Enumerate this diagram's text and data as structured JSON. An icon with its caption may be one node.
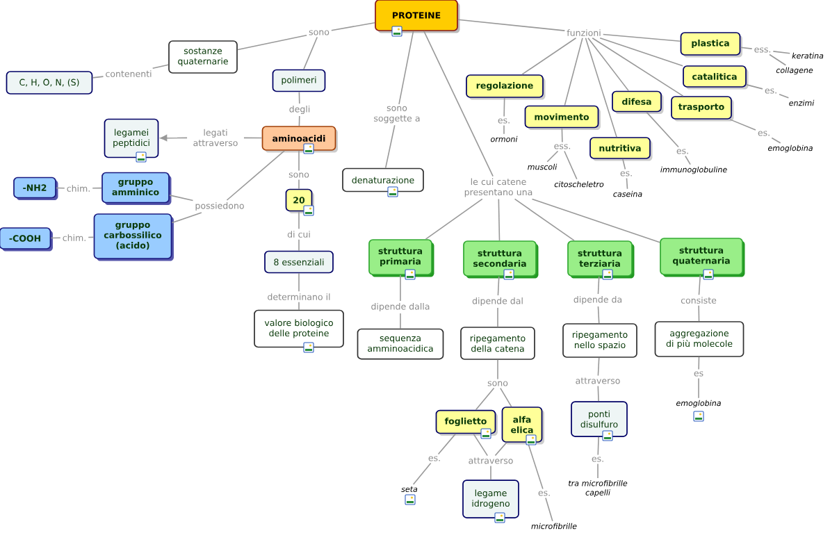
{
  "diagram": {
    "nodes": [
      {
        "text": [
          "PROTEINE"
        ]
      },
      {
        "text": [
          "sono"
        ]
      },
      {
        "text": [
          "sostanze quaternarie"
        ]
      },
      {
        "text": [
          "contenenti"
        ]
      },
      {
        "text": [
          "C, H, O, N, (S)"
        ]
      },
      {
        "text": [
          "polimeri"
        ]
      },
      {
        "text": [
          "degli"
        ]
      },
      {
        "text": [
          "aminoacidi"
        ]
      },
      {
        "text": [
          "legati attraverso"
        ]
      },
      {
        "text": [
          "legamei peptidici"
        ]
      },
      {
        "text": [
          "sono"
        ]
      },
      {
        "text": [
          "20"
        ]
      },
      {
        "text": [
          "di cui"
        ]
      },
      {
        "text": [
          "8 essenziali"
        ]
      },
      {
        "text": [
          "determinano il"
        ]
      },
      {
        "text": [
          "valore biologico delle proteine"
        ]
      },
      {
        "text": [
          "possiedono"
        ]
      },
      {
        "text": [
          "gruppo amminico"
        ]
      },
      {
        "text": [
          "chim."
        ]
      },
      {
        "text": [
          "-NH2"
        ]
      },
      {
        "text": [
          "gruppo carbossilico (acido)"
        ]
      },
      {
        "text": [
          "chim."
        ]
      },
      {
        "text": [
          "-COOH"
        ]
      },
      {
        "text": [
          "sono soggette a"
        ]
      },
      {
        "text": [
          "denaturazione"
        ]
      },
      {
        "text": [
          "funzioni"
        ]
      },
      {
        "text": [
          "regolazione"
        ]
      },
      {
        "text": [
          "es."
        ]
      },
      {
        "text": [
          "ormoni"
        ]
      },
      {
        "text": [
          "movimento"
        ]
      },
      {
        "text": [
          "ess."
        ]
      },
      {
        "text": [
          "muscoli"
        ]
      },
      {
        "text": [
          "citoscheletro"
        ]
      },
      {
        "text": [
          "nutritiva"
        ]
      },
      {
        "text": [
          "es."
        ]
      },
      {
        "text": [
          "caseina"
        ]
      },
      {
        "text": [
          "difesa"
        ]
      },
      {
        "text": [
          "es."
        ]
      },
      {
        "text": [
          "immunoglobuline"
        ]
      },
      {
        "text": [
          "trasporto"
        ]
      },
      {
        "text": [
          "es."
        ]
      },
      {
        "text": [
          "emoglobina"
        ]
      },
      {
        "text": [
          "plastica"
        ]
      },
      {
        "text": [
          "ess."
        ]
      },
      {
        "text": [
          "keratina"
        ]
      },
      {
        "text": [
          "collagene"
        ]
      },
      {
        "text": [
          "catalitica"
        ]
      },
      {
        "text": [
          "es."
        ]
      },
      {
        "text": [
          "enzimi"
        ]
      },
      {
        "text": [
          "le cui catene presentano una"
        ]
      },
      {
        "text": [
          "struttura primaria"
        ]
      },
      {
        "text": [
          "dipende dalla"
        ]
      },
      {
        "text": [
          "sequenza amminoacidica"
        ]
      },
      {
        "text": [
          "struttura secondaria"
        ]
      },
      {
        "text": [
          "dipende dal"
        ]
      },
      {
        "text": [
          "ripegamento della catena"
        ]
      },
      {
        "text": [
          "sono"
        ]
      },
      {
        "text": [
          "foglietto"
        ]
      },
      {
        "text": [
          "alfa elica"
        ]
      },
      {
        "text": [
          "es."
        ]
      },
      {
        "text": [
          "seta"
        ]
      },
      {
        "text": [
          "attraverso"
        ]
      },
      {
        "text": [
          "legame idrogeno"
        ]
      },
      {
        "text": [
          "es."
        ]
      },
      {
        "text": [
          "microfibrille"
        ]
      },
      {
        "text": [
          "struttura terziaria"
        ]
      },
      {
        "text": [
          "dipende da"
        ]
      },
      {
        "text": [
          "ripegamento nello spazio"
        ]
      },
      {
        "text": [
          "attraverso"
        ]
      },
      {
        "text": [
          "ponti disulfuro"
        ]
      },
      {
        "text": [
          "es."
        ]
      },
      {
        "text": [
          "tra microfibrille capelli"
        ]
      },
      {
        "text": [
          "struttura quaternaria"
        ]
      },
      {
        "text": [
          "consiste"
        ]
      },
      {
        "text": [
          "aggregazione di più molecole"
        ]
      },
      {
        "text": [
          "es"
        ]
      },
      {
        "text": [
          "emoglobina"
        ]
      }
    ],
    "edges": [
      {
        "from": 0,
        "to": 1,
        "arrow": "none"
      },
      {
        "from": 1,
        "to": 2,
        "arrow": "none"
      },
      {
        "from": 1,
        "to": 5,
        "arrow": "none"
      },
      {
        "from": 2,
        "to": 3,
        "arrow": "none"
      },
      {
        "from": 3,
        "to": 4,
        "arrow": "none"
      },
      {
        "from": 5,
        "to": 6,
        "arrow": "none"
      },
      {
        "from": 6,
        "to": 7,
        "arrow": "none"
      },
      {
        "from": 7,
        "to": 8,
        "arrow": "none"
      },
      {
        "from": 8,
        "to": 9,
        "arrow": "to"
      },
      {
        "from": 7,
        "to": 10,
        "arrow": "none"
      },
      {
        "from": 10,
        "to": 11,
        "arrow": "none"
      },
      {
        "from": 11,
        "to": 12,
        "arrow": "none"
      },
      {
        "from": 12,
        "to": 13,
        "arrow": "none"
      },
      {
        "from": 13,
        "to": 14,
        "arrow": "none"
      },
      {
        "from": 14,
        "to": 15,
        "arrow": "none"
      },
      {
        "from": 7,
        "to": 16,
        "arrow": "none"
      },
      {
        "from": 16,
        "to": 17,
        "arrow": "none"
      },
      {
        "from": 16,
        "to": 20,
        "arrow": "none"
      },
      {
        "from": 17,
        "to": 18,
        "arrow": "none"
      },
      {
        "from": 18,
        "to": 19,
        "arrow": "none"
      },
      {
        "from": 20,
        "to": 21,
        "arrow": "none"
      },
      {
        "from": 21,
        "to": 22,
        "arrow": "none"
      },
      {
        "from": 0,
        "to": 23,
        "arrow": "none"
      },
      {
        "from": 23,
        "to": 24,
        "arrow": "none"
      },
      {
        "from": 0,
        "to": 25,
        "arrow": "none"
      },
      {
        "from": 25,
        "to": 26,
        "arrow": "none"
      },
      {
        "from": 25,
        "to": 29,
        "arrow": "none"
      },
      {
        "from": 25,
        "to": 33,
        "arrow": "none"
      },
      {
        "from": 25,
        "to": 36,
        "arrow": "none"
      },
      {
        "from": 25,
        "to": 39,
        "arrow": "none"
      },
      {
        "from": 25,
        "to": 42,
        "arrow": "none"
      },
      {
        "from": 25,
        "to": 46,
        "arrow": "none"
      },
      {
        "from": 26,
        "to": 27,
        "arrow": "none"
      },
      {
        "from": 27,
        "to": 28,
        "arrow": "none"
      },
      {
        "from": 29,
        "to": 30,
        "arrow": "none"
      },
      {
        "from": 30,
        "to": 31,
        "arrow": "none"
      },
      {
        "from": 30,
        "to": 32,
        "arrow": "none"
      },
      {
        "from": 33,
        "to": 34,
        "arrow": "none"
      },
      {
        "from": 34,
        "to": 35,
        "arrow": "none"
      },
      {
        "from": 36,
        "to": 37,
        "arrow": "none"
      },
      {
        "from": 37,
        "to": 38,
        "arrow": "none"
      },
      {
        "from": 39,
        "to": 40,
        "arrow": "none"
      },
      {
        "from": 40,
        "to": 41,
        "arrow": "none"
      },
      {
        "from": 42,
        "to": 43,
        "arrow": "none"
      },
      {
        "from": 43,
        "to": 44,
        "arrow": "none"
      },
      {
        "from": 43,
        "to": 45,
        "arrow": "none"
      },
      {
        "from": 46,
        "to": 47,
        "arrow": "none"
      },
      {
        "from": 47,
        "to": 48,
        "arrow": "none"
      },
      {
        "from": 0,
        "to": 49,
        "arrow": "none"
      },
      {
        "from": 49,
        "to": 50,
        "arrow": "none"
      },
      {
        "from": 49,
        "to": 53,
        "arrow": "none"
      },
      {
        "from": 49,
        "to": 65,
        "arrow": "none"
      },
      {
        "from": 49,
        "to": 72,
        "arrow": "none"
      },
      {
        "from": 50,
        "to": 51,
        "arrow": "none"
      },
      {
        "from": 51,
        "to": 52,
        "arrow": "none"
      },
      {
        "from": 53,
        "to": 54,
        "arrow": "none"
      },
      {
        "from": 54,
        "to": 55,
        "arrow": "none"
      },
      {
        "from": 55,
        "to": 56,
        "arrow": "none"
      },
      {
        "from": 56,
        "to": 57,
        "arrow": "none"
      },
      {
        "from": 56,
        "to": 58,
        "arrow": "none"
      },
      {
        "from": 57,
        "to": 59,
        "arrow": "none"
      },
      {
        "from": 59,
        "to": 60,
        "arrow": "none"
      },
      {
        "from": 57,
        "to": 61,
        "arrow": "none"
      },
      {
        "from": 58,
        "to": 61,
        "arrow": "none"
      },
      {
        "from": 61,
        "to": 62,
        "arrow": "none"
      },
      {
        "from": 58,
        "to": 63,
        "arrow": "none"
      },
      {
        "from": 63,
        "to": 64,
        "arrow": "none"
      },
      {
        "from": 65,
        "to": 66,
        "arrow": "none"
      },
      {
        "from": 66,
        "to": 67,
        "arrow": "none"
      },
      {
        "from": 67,
        "to": 68,
        "arrow": "none"
      },
      {
        "from": 68,
        "to": 69,
        "arrow": "none"
      },
      {
        "from": 69,
        "to": 70,
        "arrow": "none"
      },
      {
        "from": 70,
        "to": 71,
        "arrow": "none"
      },
      {
        "from": 72,
        "to": 73,
        "arrow": "none"
      },
      {
        "from": 73,
        "to": 74,
        "arrow": "none"
      },
      {
        "from": 74,
        "to": 75,
        "arrow": "none"
      },
      {
        "from": 75,
        "to": 76,
        "arrow": "none"
      }
    ]
  }
}
